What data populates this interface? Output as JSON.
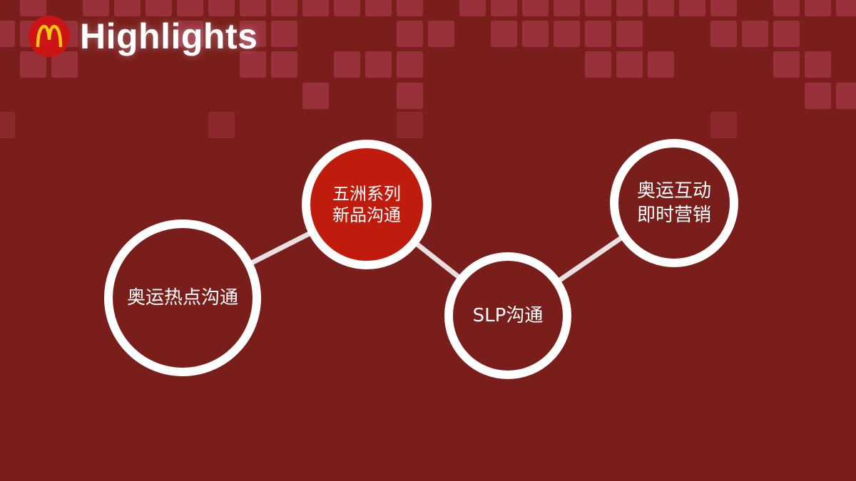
{
  "header": {
    "logo": "mcdonalds-arches-logo",
    "title": "Highlights"
  },
  "colors": {
    "background": "#7a1e1c",
    "tile": "#9b3340",
    "node_border": "#ffffff",
    "active_node_fill": "#c01c0e",
    "logo_red": "#cc1414",
    "logo_arches": "#f8c514"
  },
  "nodes": [
    {
      "id": "olympic-hot-topic",
      "label": "奥运热点沟通",
      "active": false
    },
    {
      "id": "wuzhou-series",
      "label": "五洲系列\n新品沟通",
      "active": true
    },
    {
      "id": "slp",
      "label": "SLP沟通",
      "active": false
    },
    {
      "id": "olympic-interactive",
      "label": "奥运互动\n即时营销",
      "active": false
    }
  ]
}
